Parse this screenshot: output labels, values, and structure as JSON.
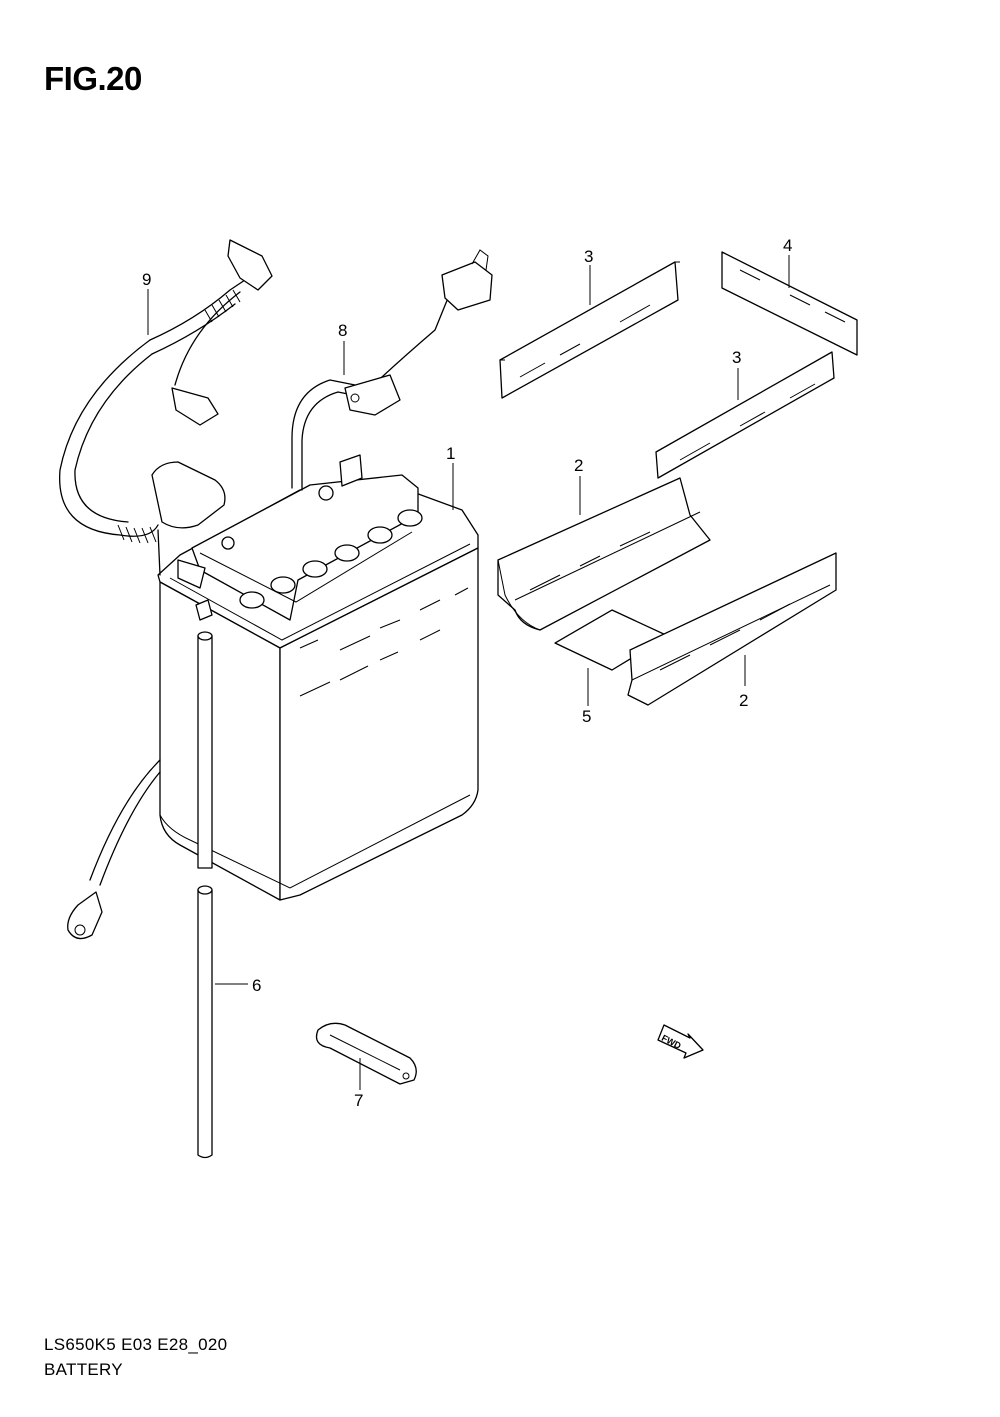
{
  "figure": {
    "title": "FIG.20"
  },
  "footer": {
    "model_code": "LS650K5 E03 E28_020",
    "section_name": "BATTERY"
  },
  "callouts": {
    "battery": "1",
    "tray_left": "2",
    "tray_right": "2",
    "pad_top": "3",
    "pad_mid": "3",
    "pad_4": "4",
    "pad_5": "5",
    "breather_tube": "6",
    "clamp": "7",
    "lead_8": "8",
    "lead_9": "9"
  },
  "fwd_arrow": {
    "label": "FWD"
  }
}
